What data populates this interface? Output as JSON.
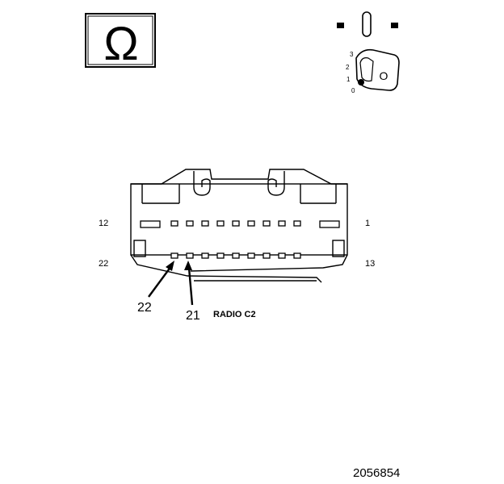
{
  "symbols": {
    "ohm_glyph": "Ω",
    "key_positions": [
      "3",
      "2",
      "1",
      "0"
    ],
    "key_letter": "O"
  },
  "connector": {
    "pin_label_top_left": "12",
    "pin_label_top_right": "1",
    "pin_label_bottom_left": "22",
    "pin_label_bottom_right": "13",
    "callout_a": "22",
    "callout_b": "21",
    "name": "RADIO C2"
  },
  "figure_number": "2056854",
  "colors": {
    "ink": "#000000",
    "background": "#ffffff"
  }
}
